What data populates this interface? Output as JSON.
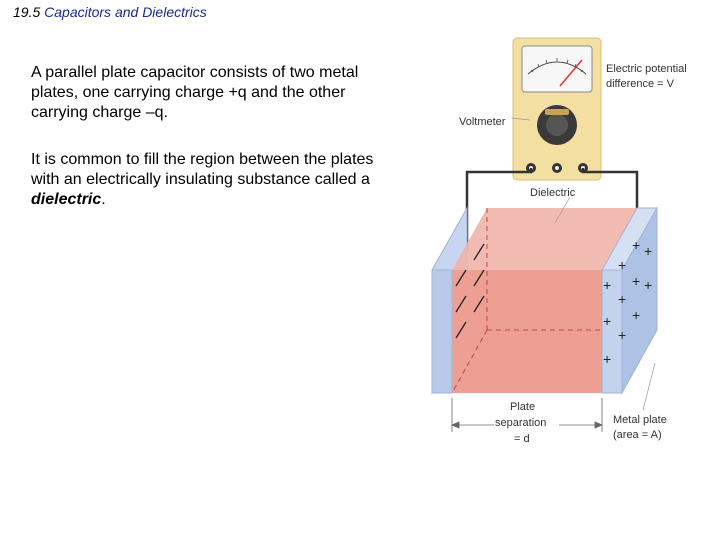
{
  "slide": {
    "number": "19.5",
    "title": "Capacitors and Dielectrics"
  },
  "paragraph1": "A parallel plate capacitor consists of two metal plates, one carrying charge +q and the other carrying charge –q.",
  "paragraph2": {
    "before": "It is common to fill the region between the plates with an electrically insulating substance called a ",
    "term": "dielectric",
    "after": "."
  },
  "figure": {
    "voltmeter_label": "Voltmeter",
    "potential_label_line1": "Electric potential",
    "potential_label_line2": "difference = V",
    "dielectric_label": "Dielectric",
    "plate_sep_line1": "Plate",
    "plate_sep_line2": "separation",
    "plate_sep_line3": "= d",
    "metal_plate_line1": "Metal plate",
    "metal_plate_line2": "(area = A)"
  }
}
